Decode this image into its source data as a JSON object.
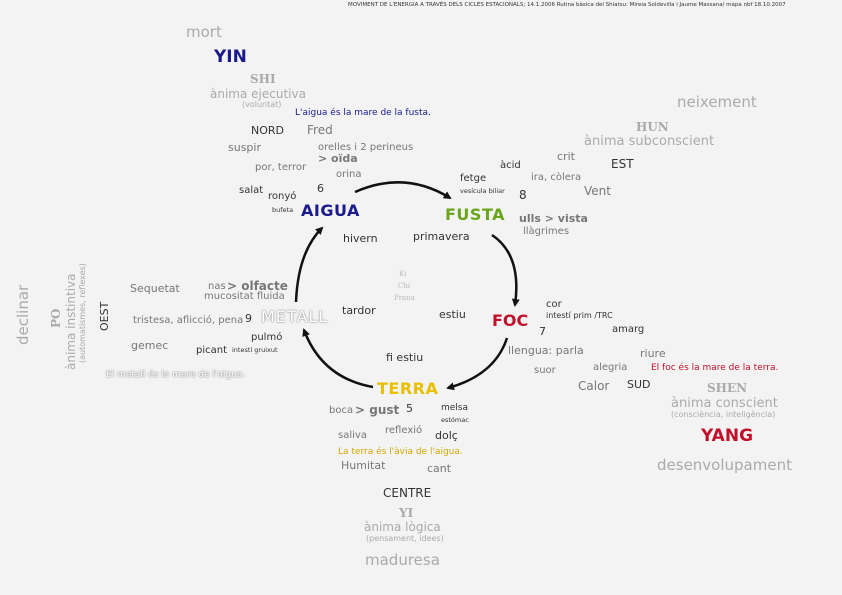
{
  "header": "MOVIMENT DE L'ENERGIA A TRAVÉS DELS CICLES ESTACIONALS; 14.1.2006 Rutina bàsica del Shiatsu: Mireia Soldevilla i Jaume Massana/ mapa nbf 18.10.2007",
  "colors": {
    "aigua": "#1a1a8c",
    "fusta": "#6aa51c",
    "foc": "#c0102a",
    "terra": "#e8c000",
    "metall": "#ffffff",
    "background": "#f3f3f3"
  },
  "north": {
    "mort": "mort",
    "yin": "YIN",
    "shi": "SHI",
    "anima": "ànima ejecutiva",
    "note": "(voluntat)",
    "proverb": "L'aigua és la mare de la fusta."
  },
  "aigua": {
    "name": "AIGUA",
    "nord": "NORD",
    "fred": "Fred",
    "suspir": "suspir",
    "orelles": "orelles i 2 perineus",
    "oida": "> oïda",
    "por": "por, terror",
    "orina": "orina",
    "salat": "salat",
    "number": "6",
    "ronyo": "ronyó",
    "bufeta": "bufeta",
    "season": "hivern"
  },
  "east": {
    "neixement": "neixement",
    "hun": "HUN",
    "anima": "ànima subconscient"
  },
  "fusta": {
    "name": "FUSTA",
    "crit": "crit",
    "acid": "àcid",
    "est": "EST",
    "fetge": "fetge",
    "ira": "ira, còlera",
    "vesicula": "vesícula biliar",
    "number": "8",
    "vent": "Vent",
    "ulls": "ulls > vista",
    "llagrimes": "llàgrimes",
    "season": "primavera"
  },
  "center": {
    "line1": "Ki",
    "line2": "Chi",
    "line3": "Prana"
  },
  "foc": {
    "name": "FOC",
    "cor": "cor",
    "intesti": "intestí prim /TRC",
    "number": "7",
    "amarg": "amarg",
    "llengua": "llengua: parla",
    "riure": "riure",
    "alegria": "alegria",
    "suor": "suor",
    "proverb": "El foc és la mare de la terra.",
    "calor": "Calor",
    "sud": "SUD",
    "season": "estiu"
  },
  "south_east": {
    "shen": "SHEN",
    "anima": "ànima conscient",
    "note": "(consciència, inteligència)",
    "yang": "YANG",
    "desenvolupament": "desenvolupament"
  },
  "west": {
    "declinar": "declinar",
    "po": "PO",
    "anima": "ànima instintiva",
    "note": "(automatismes, reflexes)",
    "oest": "OEST"
  },
  "metall": {
    "name": "METALL",
    "sequetat": "Sequetat",
    "nas": "nas",
    "olfacte": "> olfacte",
    "mucositat": "mucositat fluida",
    "tristesa": "tristesa, aflicció, pena",
    "number": "9",
    "pulmo": "pulmó",
    "gemec": "gemec",
    "picant": "picant",
    "intesti": "intestí gruixut",
    "proverb": "El metall és la mare de l'aigua.",
    "season": "tardor"
  },
  "terra": {
    "name": "TERRA",
    "season": "fi estiu",
    "boca": "boca",
    "gust": "> gust",
    "number": "5",
    "melsa": "melsa",
    "estomac": "estómac",
    "saliva": "saliva",
    "reflexio": "reflexió",
    "dolc": "dolç",
    "proverb": "La terra és l'àvia de l'aigua.",
    "humitat": "Humitat",
    "cant": "cant",
    "centre": "CENTRE",
    "yi": "YI",
    "anima": "ànima lògica",
    "note": "(pensament, idees)",
    "maduresa": "maduresa"
  }
}
